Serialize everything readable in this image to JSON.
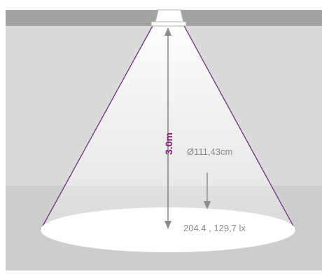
{
  "labels": {
    "height": "3.0m",
    "diameter": "Ø111,43cm",
    "illuminance": "204.4 , 129,7 lx"
  },
  "colors": {
    "background": "#ffffff",
    "ceiling": "#a3a3a3",
    "wall": "#dadada",
    "floor": "#cdcdcd",
    "beam": "#ffffff",
    "beam_edge": "#7a2a8a",
    "height_label": "#8a1a7e",
    "arrow": "#8c8c8c",
    "text": "#8a8a8a",
    "fixture": "#ffffff",
    "fixture_outline": "#b0b0b0"
  }
}
